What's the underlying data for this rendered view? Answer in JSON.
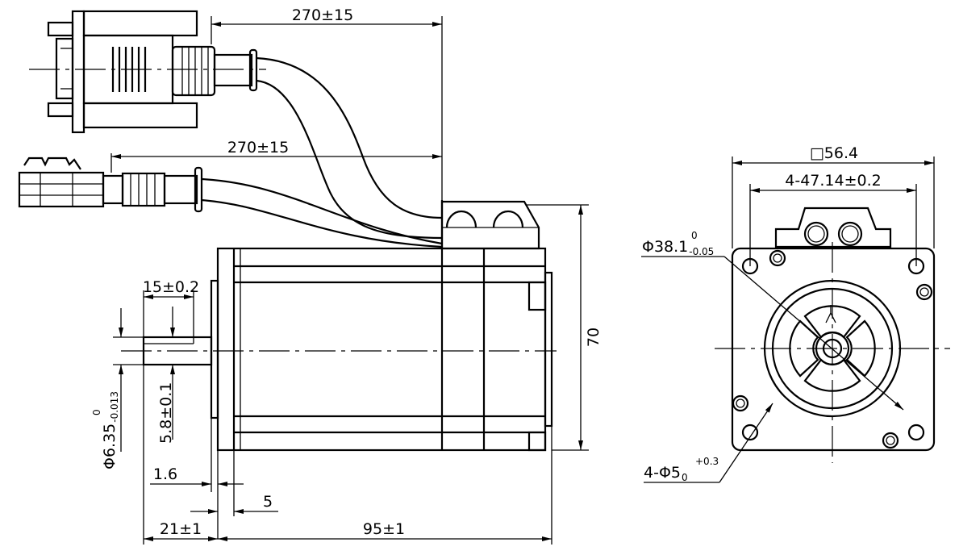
{
  "dimensions": {
    "encoder_cable_length": "270±15",
    "power_cable_length": "270±15",
    "shaft_length": "15±0.2",
    "shaft_diameter_base": "Φ6.35",
    "shaft_diameter_upper": "0",
    "shaft_diameter_lower": "-0.013",
    "flat_depth": "5.8±0.1",
    "pilot_thickness": "1.6",
    "flange_thickness": "5",
    "shaft_extension": "21±1",
    "body_length": "95±1",
    "height": "70",
    "flange_square": "□56.4",
    "bolt_spacing": "4-47.14±0.2",
    "pilot_diameter_base": "Φ38.1",
    "pilot_diameter_upper": "0",
    "pilot_diameter_lower": "-0.05",
    "hole_diameter_base": "4-Φ5",
    "hole_diameter_upper": "+0.3",
    "hole_diameter_lower": "0"
  },
  "colors": {
    "line": "#000000",
    "background": "#ffffff"
  }
}
